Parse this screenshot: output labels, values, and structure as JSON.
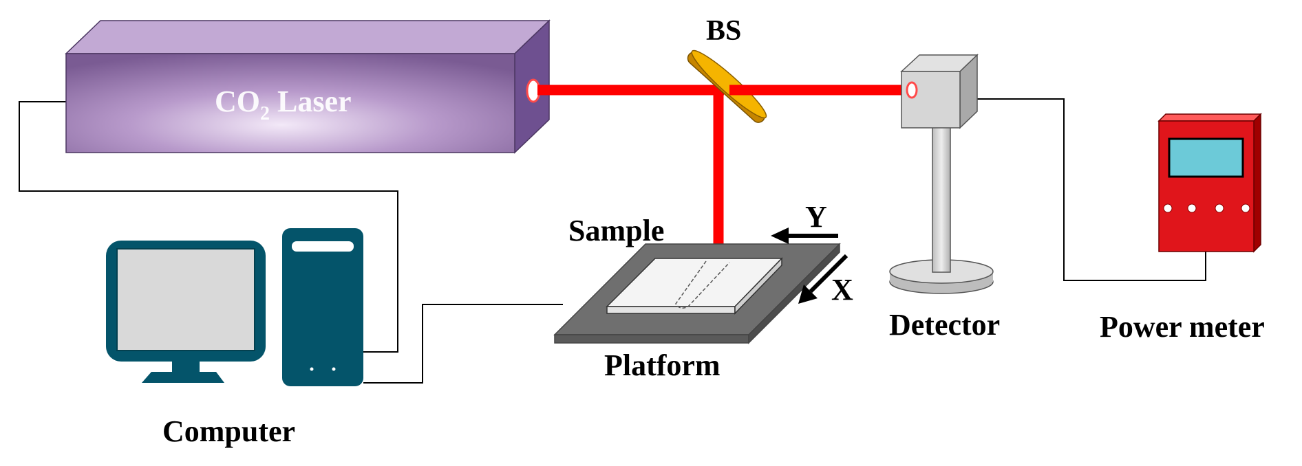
{
  "labels": {
    "laser_main": "CO",
    "laser_sub": "2",
    "laser_rest": " Laser",
    "bs": "BS",
    "sample": "Sample",
    "axis_y": "Y",
    "axis_x": "X",
    "platform": "Platform",
    "detector": "Detector",
    "power_meter": "Power meter",
    "computer": "Computer"
  },
  "colors": {
    "laser_body": "#9f83b5",
    "laser_top": "#bfa6d1",
    "laser_side": "#6d4f8a",
    "beam": "#ff0000",
    "beam_splitter": "#f5b000",
    "detector_body": "#d7d7d7",
    "power_meter_body": "#dd1111",
    "power_meter_screen": "#6ccad8",
    "computer": "#04546a",
    "monitor_screen": "#d9d9d9",
    "platform": "#6f6f6f",
    "sample": "#f4f4f4"
  },
  "icons": [
    "co2-laser-box",
    "beam-splitter",
    "detector",
    "power-meter",
    "computer-monitor",
    "computer-tower",
    "translation-platform",
    "sample-plate"
  ]
}
